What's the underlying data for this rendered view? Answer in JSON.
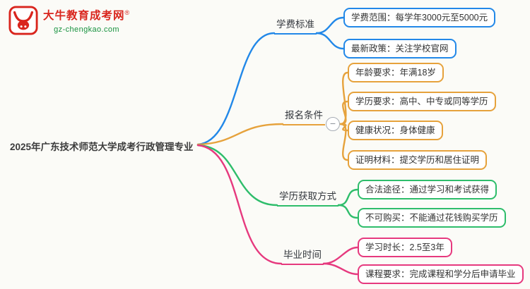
{
  "logo": {
    "title": "大牛教育成考网",
    "reg": "®",
    "domain": "gz-chengkao.com",
    "brand_red": "#d9251d",
    "brand_green": "#17923f"
  },
  "root": {
    "label": "2025年广东技术师范大学成考行政管理专业"
  },
  "toggle": {
    "symbol": "−"
  },
  "branches": [
    {
      "label": "学费标准",
      "color": "#2288e8",
      "children": [
        "学费范围：每学年3000元至5000元",
        "最新政策：关注学校官网"
      ]
    },
    {
      "label": "报名条件",
      "color": "#e6a23c",
      "children": [
        "年龄要求：年满18岁",
        "学历要求：高中、中专或同等学历",
        "健康状况：身体健康",
        "证明材料：提交学历和居住证明"
      ]
    },
    {
      "label": "学历获取方式",
      "color": "#2ebd6b",
      "children": [
        "合法途径：通过学习和考试获得",
        "不可购买：不能通过花钱购买学历"
      ]
    },
    {
      "label": "毕业时间",
      "color": "#e6397e",
      "children": [
        "学习时长：2.5至3年",
        "课程要求：完成课程和学分后申请毕业"
      ]
    }
  ]
}
